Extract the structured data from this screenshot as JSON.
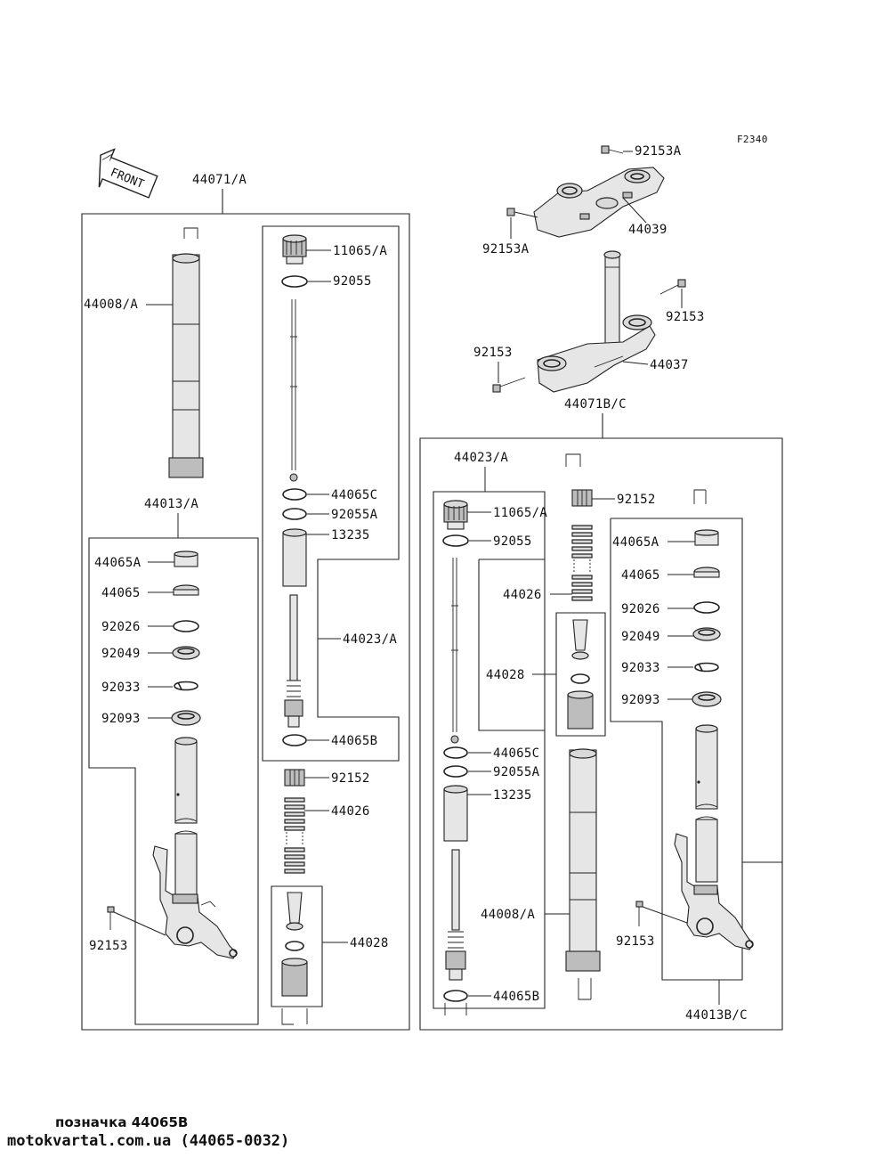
{
  "figure_code": "F2340",
  "front_arrow": "FRONT",
  "labels": {
    "asm_left": "44071/A",
    "asm_right": "44071B/C",
    "tube_left": "44008/A",
    "tube_right": "44008/A",
    "bottom_left": "44013/A",
    "bottom_right": "44013B/C",
    "cartridge_left": "44023/A",
    "cartridge_right": "44023/A",
    "cap_left": "11065/A",
    "cap_right": "11065/A",
    "oring_left": "92055",
    "oring_right": "92055",
    "c_left": "44065C",
    "c_right": "44065C",
    "oa_left": "92055A",
    "oa_right": "92055A",
    "sleeve_left": "13235",
    "sleeve_right": "13235",
    "b_left": "44065B",
    "b_right": "44065B",
    "nut_left": "92152",
    "nut_right": "92152",
    "spring_left": "44026",
    "spring_right": "44026",
    "set_left": "44028",
    "set_right": "44028",
    "bA_left": "44065A",
    "bA_right": "44065A",
    "b_plain_left": "44065",
    "b_plain_right": "44065",
    "w_left": "92026",
    "w_right": "92026",
    "seal_left": "92049",
    "seal_right": "92049",
    "clip_left": "92033",
    "clip_right": "92033",
    "dust_left": "92093",
    "dust_right": "92093",
    "bolt_left": "92153",
    "bolt_right": "92153",
    "upper_bolt_a": "92153A",
    "upper_bolt_b": "92153A",
    "upper_clamp": "44039",
    "stem_bolt_a": "92153",
    "stem_bolt_b": "92153",
    "stem": "44037"
  },
  "footer": {
    "line1": "позначка 44065B",
    "line2": "motokvartal.com.ua (44065-0032)"
  }
}
